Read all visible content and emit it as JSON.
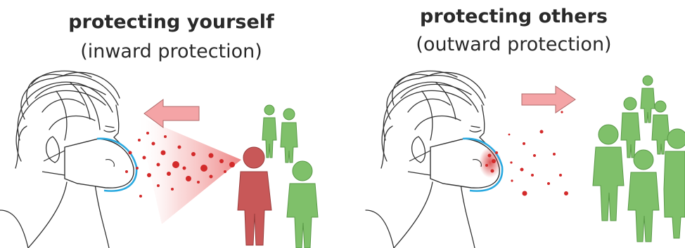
{
  "panels": [
    {
      "heading": "protecting yourself",
      "subheading": "(inward protection)",
      "arrow_direction": "left"
    },
    {
      "heading": "protecting others",
      "subheading": "(outward protection)",
      "arrow_direction": "right"
    }
  ],
  "colors": {
    "arrow_fill": "#f4a4a6",
    "droplet": "#d32a2a",
    "infected_person": "#c85858",
    "healthy_person": "#7fc06a",
    "mask_outline": "#29a9e0",
    "sketch_ink": "#333333"
  }
}
